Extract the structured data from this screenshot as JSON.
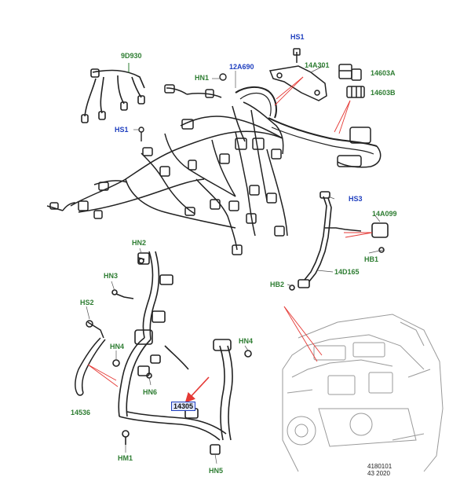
{
  "labels": {
    "l_9D930": "9D930",
    "l_HS1_top": "HS1",
    "l_14A301": "14A301",
    "l_14603A": "14603A",
    "l_12A690": "12A690",
    "l_HN1": "HN1",
    "l_14603B": "14603B",
    "l_HS1_left": "HS1",
    "l_HS3": "HS3",
    "l_14A099": "14A099",
    "l_HB1": "HB1",
    "l_14D165": "14D165",
    "l_HB2": "HB2",
    "l_HN2": "HN2",
    "l_HN3": "HN3",
    "l_HS2": "HS2",
    "l_HN4_left": "HN4",
    "l_HN6": "HN6",
    "l_14536": "14536",
    "l_HN4_right": "HN4",
    "l_14305": "14305",
    "l_HM1": "HM1",
    "l_HN5": "HN5"
  },
  "stamp": {
    "line1": "4180101",
    "line2": "43 2020"
  },
  "colors": {
    "green_label": "#2e7d32",
    "blue_label": "#1f3fbf",
    "leader_red": "#e53935",
    "drawing_stroke": "#222222"
  }
}
